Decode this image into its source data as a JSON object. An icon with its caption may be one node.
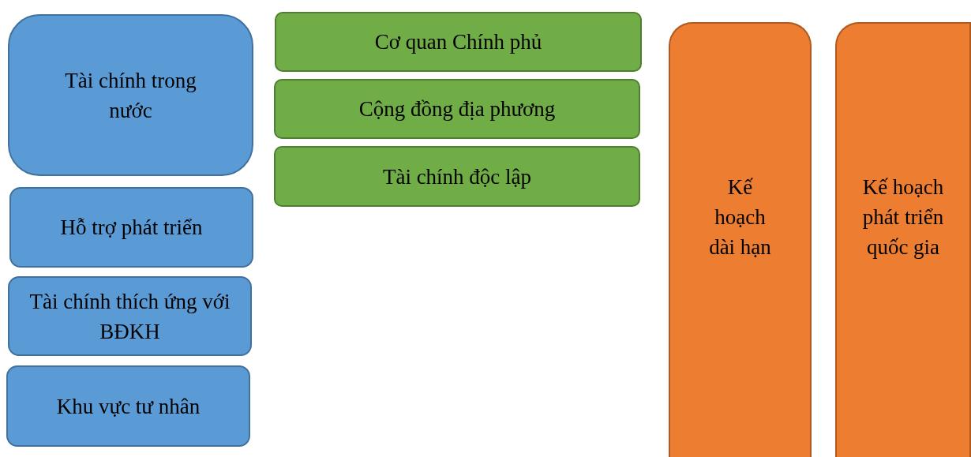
{
  "diagram": {
    "nodes": [
      {
        "text": [
          "Tài chính trong nước"
        ]
      },
      {
        "text": [
          "Hỗ trợ phát triển"
        ]
      },
      {
        "text": [
          "Tài chính thích ứng với BĐKH"
        ]
      },
      {
        "text": [
          "Khu vực tư nhân"
        ]
      },
      {
        "text": [
          "Cơ quan Chính phủ"
        ]
      },
      {
        "text": [
          "Cộng đồng địa phương"
        ]
      },
      {
        "text": [
          "Tài chính độc lập"
        ]
      },
      {
        "text": [
          "Kế hoạch dài hạn"
        ]
      },
      {
        "text": [
          "Kế hoạch phát triển quốc gia"
        ]
      }
    ]
  }
}
